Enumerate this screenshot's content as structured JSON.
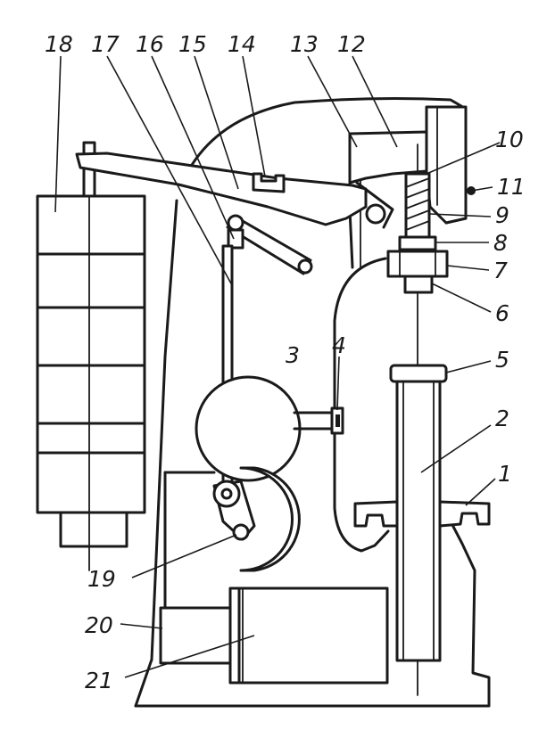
{
  "labels": {
    "p1": "1",
    "p2": "2",
    "p3": "3",
    "p4": "4",
    "p5": "5",
    "p6": "6",
    "p7": "7",
    "p8": "8",
    "p9": "9",
    "p10": "10",
    "p11": "11",
    "p12": "12",
    "p13": "13",
    "p14": "14",
    "p15": "15",
    "p16": "16",
    "p17": "17",
    "p18": "18",
    "p19": "19",
    "p20": "20",
    "p21": "21"
  },
  "colors": {
    "ink": "#1a1a1a",
    "paper": "#ffffff"
  }
}
